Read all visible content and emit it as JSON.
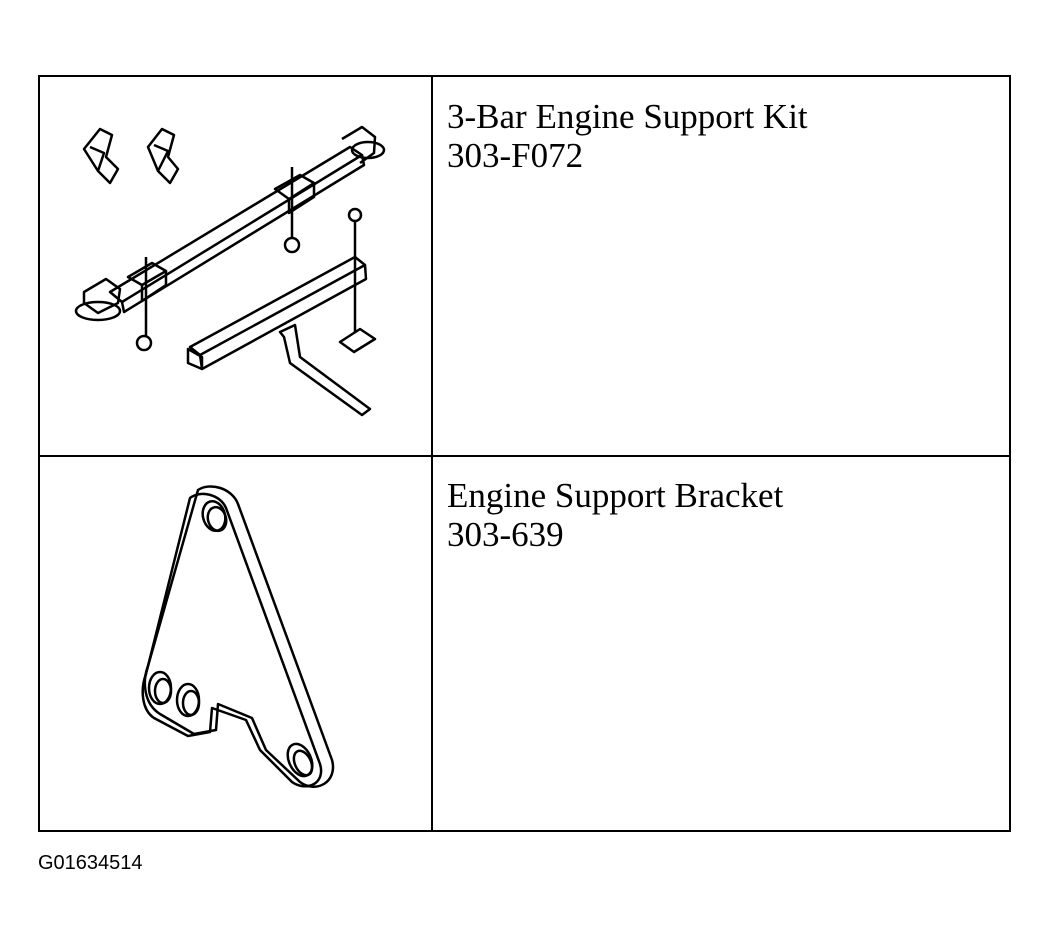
{
  "tools": [
    {
      "name": "3-Bar Engine Support Kit",
      "part_number": "303-F072",
      "illustration_icon": "engine-support-kit-icon"
    },
    {
      "name": "Engine Support Bracket",
      "part_number": "303-639",
      "illustration_icon": "engine-support-bracket-icon"
    }
  ],
  "figure_id": "G01634514",
  "colors": {
    "line": "#000000",
    "background": "#ffffff"
  }
}
